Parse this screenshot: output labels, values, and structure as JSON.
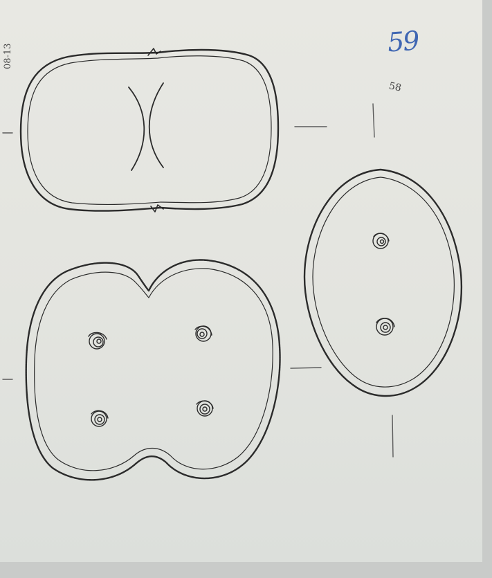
{
  "page": {
    "page_number": "59",
    "figure_label": "58",
    "margin_note": "08-13"
  },
  "colors": {
    "paper": "#e6e6e1",
    "ink": "#2b2b2b",
    "blue_pencil": "#3f66b2"
  },
  "drawings": [
    {
      "id": "cell-dividing-constriction",
      "description_icon": "dividing-cell-with-septum-icon"
    },
    {
      "id": "cell-four-nuclei",
      "description_icon": "bilobed-cell-four-nuclei-icon"
    },
    {
      "id": "cell-oval-two-nuclei",
      "description_icon": "oval-cell-two-nuclei-icon"
    }
  ]
}
